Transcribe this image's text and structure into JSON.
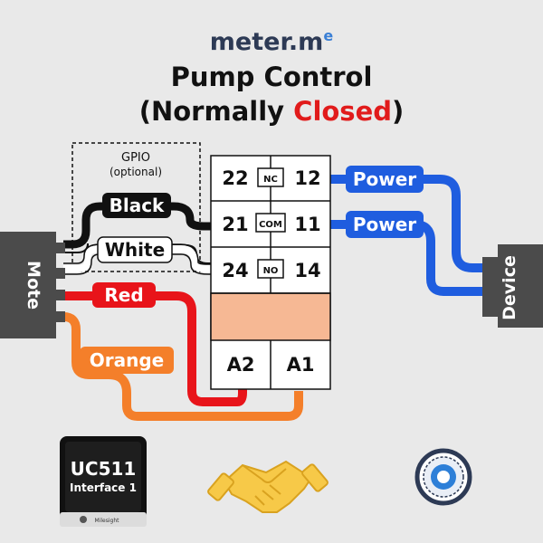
{
  "brand": {
    "name": "meter.m",
    "accent": "e"
  },
  "title": {
    "line1": "Pump Control",
    "line2_prefix": "(Normally ",
    "line2_highlight": "Closed",
    "line2_suffix": ")"
  },
  "gpio": {
    "label": "GPIO",
    "sublabel": "(optional)"
  },
  "mote": {
    "label": "Mote"
  },
  "device": {
    "label": "Device"
  },
  "wires": {
    "black": "Black",
    "white": "White",
    "red": "Red",
    "orange": "Orange",
    "power1": "Power",
    "power2": "Power"
  },
  "relay": {
    "rows": [
      {
        "left": "22",
        "tag": "NC",
        "right": "12"
      },
      {
        "left": "21",
        "tag": "COM",
        "right": "11"
      },
      {
        "left": "24",
        "tag": "NO",
        "right": "14"
      }
    ],
    "coil": {
      "left": "A2",
      "right": "A1"
    }
  },
  "module": {
    "model": "UC511",
    "interface": "Interface 1",
    "maker": "Milesight"
  },
  "icons": [
    "handshake-icon",
    "sensor-icon"
  ],
  "colors": {
    "black": "#111111",
    "red": "#e8141a",
    "orange": "#f47f2a",
    "blue": "#1f5ddf",
    "gray_block": "#4b4b4b",
    "relay_coil": "#f6b894",
    "closed": "#e11b1b"
  }
}
